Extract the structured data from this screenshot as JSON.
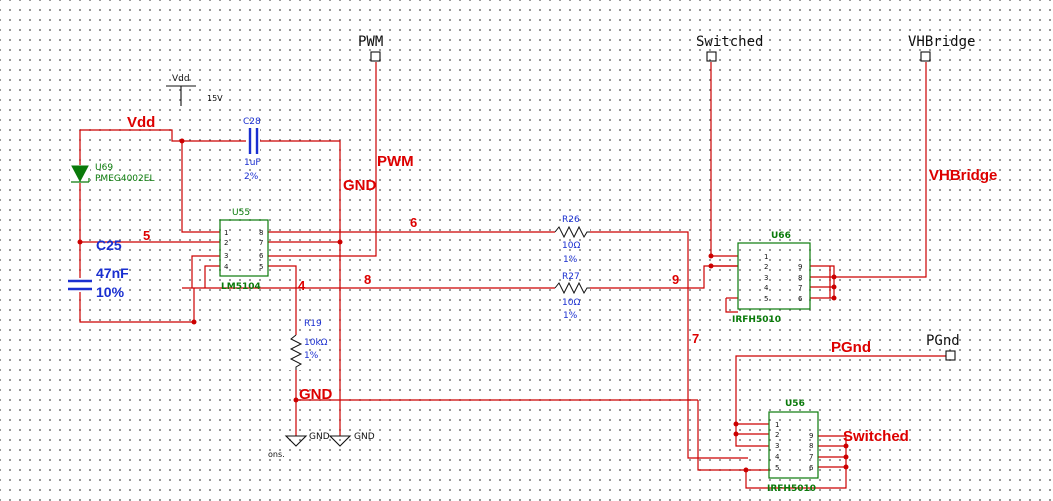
{
  "ports": {
    "pwm": "PWM",
    "switched": "Switched",
    "vhbridge": "VHBridge",
    "pgnd": "PGnd"
  },
  "vdd_symbol": {
    "label": "Vdd",
    "voltage": "15V"
  },
  "net_labels": {
    "vdd": "Vdd",
    "pwm": "PWM",
    "gnd_top": "GND",
    "vhbridge": "VHBridge",
    "n5": "5",
    "n6": "6",
    "n4": "4",
    "n8": "8",
    "n9": "9",
    "n7": "7",
    "gnd_bottom": "GND",
    "pgnd": "PGnd",
    "switched": "Switched"
  },
  "components": {
    "c28": {
      "ref": "C28",
      "value": "1uF",
      "tol": "2%"
    },
    "u69": {
      "ref": "U69",
      "part": "PMEG4002EL"
    },
    "c25": {
      "ref": "C25",
      "value": "47nF",
      "tol": "10%"
    },
    "u55": {
      "ref": "U55",
      "part": "LM5104",
      "pins_left": [
        "1",
        "2",
        "3",
        "4"
      ],
      "pins_right": [
        "8",
        "7",
        "6",
        "5"
      ]
    },
    "r26": {
      "ref": "R26",
      "value": "10Ω",
      "tol": "1%"
    },
    "r27": {
      "ref": "R27",
      "value": "10Ω",
      "tol": "1%"
    },
    "r19": {
      "ref": "R19",
      "value": "10kΩ",
      "tol": "1%"
    },
    "u66": {
      "ref": "U66",
      "part": "IRFH5010",
      "pins_left": [
        "1",
        "2",
        "3",
        "4",
        "5"
      ],
      "pins_right": [
        "9",
        "8",
        "7",
        "6"
      ]
    },
    "u56": {
      "ref": "U56",
      "part": "IRFH5010",
      "pins_left": [
        "1",
        "2",
        "3",
        "4",
        "5"
      ],
      "pins_right": [
        "9",
        "8",
        "7",
        "6"
      ]
    }
  },
  "grounds": {
    "g1": "GND",
    "g2": "GND"
  },
  "fragment_text": "ons."
}
